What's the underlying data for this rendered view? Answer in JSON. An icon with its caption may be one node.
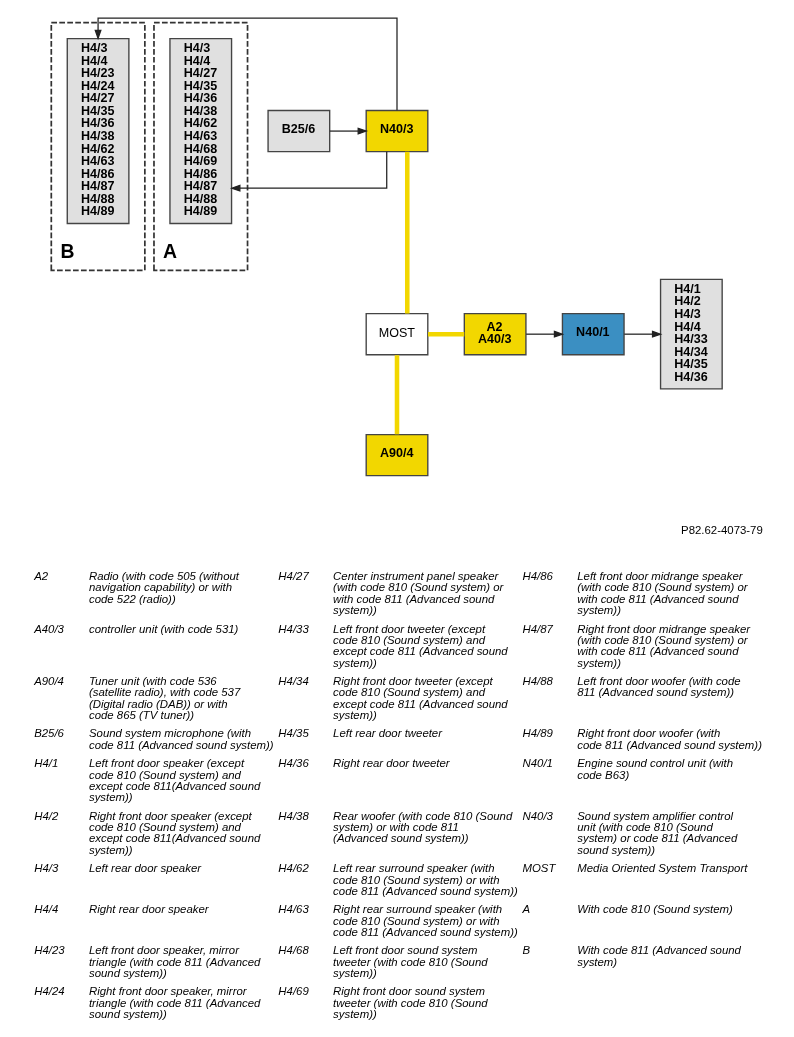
{
  "diagram": {
    "nodes": [
      {
        "text": [
          "B"
        ]
      },
      {
        "text": [
          "H4/3",
          "H4/4",
          "H4/23",
          "H4/24",
          "H4/27",
          "H4/35",
          "H4/36",
          "H4/38",
          "H4/62",
          "H4/63",
          "H4/86",
          "H4/87",
          "H4/88",
          "H4/89"
        ],
        "in": 0
      },
      {
        "text": [
          "A"
        ]
      },
      {
        "text": [
          "H4/3",
          "H4/4",
          "H4/27",
          "H4/35",
          "H4/36",
          "H4/38",
          "H4/62",
          "H4/63",
          "H4/68",
          "H4/69",
          "H4/86",
          "H4/87",
          "H4/88",
          "H4/89"
        ],
        "in": 2
      },
      {
        "text": [
          "N40/3"
        ]
      },
      {
        "text": [
          "B25/6"
        ]
      },
      {
        "text": [
          "MOST"
        ]
      },
      {
        "text": [
          "A2",
          "A40/3"
        ]
      },
      {
        "text": [
          "N40/1"
        ]
      },
      {
        "text": [
          "A90/4"
        ]
      },
      {
        "text": [
          "H4/1",
          "H4/2",
          "H4/3",
          "H4/4",
          "H4/33",
          "H4/34",
          "H4/35",
          "H4/36"
        ]
      }
    ],
    "edges": [
      {
        "from": 4,
        "to": 1,
        "arrow": "to"
      },
      {
        "from": 4,
        "to": 3,
        "arrow": "to"
      },
      {
        "from": 5,
        "to": 4,
        "arrow": "to"
      },
      {
        "from": 4,
        "to": 6,
        "arrow": "none",
        "style": "thick",
        "color": "#f2d700"
      },
      {
        "from": 6,
        "to": 7,
        "arrow": "none",
        "style": "thick",
        "color": "#f2d700"
      },
      {
        "from": 6,
        "to": 9,
        "arrow": "none",
        "style": "thick",
        "color": "#f2d700"
      },
      {
        "from": 7,
        "to": 8,
        "arrow": "to"
      },
      {
        "from": 8,
        "to": 10,
        "arrow": "to"
      }
    ],
    "labels": [
      "P82.62-4073-79",
      "A2",
      "Radio (with code 505 (without navigation capability) or with code 522 (radio))",
      "H4/27",
      "Center instrument panel speaker (with code 810 (Sound system) or with code 811 (Advanced sound system))",
      "H4/86",
      "Left front door midrange speaker (with code 810 (Sound system) or with code 811 (Advanced sound system))",
      "A40/3",
      "controller unit (with code 531)",
      "H4/33",
      "Left front door tweeter (except code 810 (Sound system) and except code 811 (Advanced sound system))",
      "H4/87",
      "Right front door midrange speaker (with code 810 (Sound system) or with code 811 (Advanced sound system))",
      "A90/4",
      "Tuner unit (with code 536 (satellite radio), with code 537 (Digital radio (DAB)) or with code 865 (TV tuner))",
      "H4/34",
      "Right front door tweeter (except code 810 (Sound system) and except code 811 (Advanced sound system))",
      "H4/88",
      "Left front door woofer (with code 811 (Advanced sound system))",
      "B25/6",
      "Sound system microphone (with code 811 (Advanced sound system))",
      "H4/35",
      "Left rear door tweeter",
      "H4/89",
      "Right front door woofer (with code 811 (Advanced sound system))",
      "H4/1",
      "Left front door speaker (except code 810 (Sound system) and except code 811(Advanced sound system))",
      "H4/36",
      "Right rear door tweeter",
      "N40/1",
      "Engine sound control unit (with code B63)",
      "H4/2",
      "Right front door speaker (except code 810 (Sound system) and except code 811(Advanced sound system))",
      "H4/38",
      "Rear woofer (with code 810 (Sound system) or with code 811 (Advanced sound system))",
      "N40/3",
      "Sound system amplifier control unit (with code 810 (Sound system) or code 811 (Advanced sound system))",
      "H4/3",
      "Left rear door speaker",
      "H4/62",
      "Left rear surround speaker (with code 810 (Sound system) or with code 811 (Advanced sound system))",
      "MOST",
      "Media Oriented System Transport",
      "H4/4",
      "Right rear door speaker",
      "H4/63",
      "Right rear surround speaker (with code 810 (Sound system) or with code 811 (Advanced sound system))",
      "A",
      "With code 810 (Sound system)",
      "H4/23",
      "Left front door speaker, mirror triangle (with code 811 (Advanced sound system))",
      "H4/68",
      "Left front door sound system tweeter (with code 810 (Sound system))",
      "B",
      "With code 811 (Advanced sound system)",
      "H4/24",
      "Right front door speaker, mirror triangle (with code 811 (Advanced sound system))",
      "H4/69",
      "Right front door sound system tweeter (with code 810 (Sound system))"
    ]
  }
}
